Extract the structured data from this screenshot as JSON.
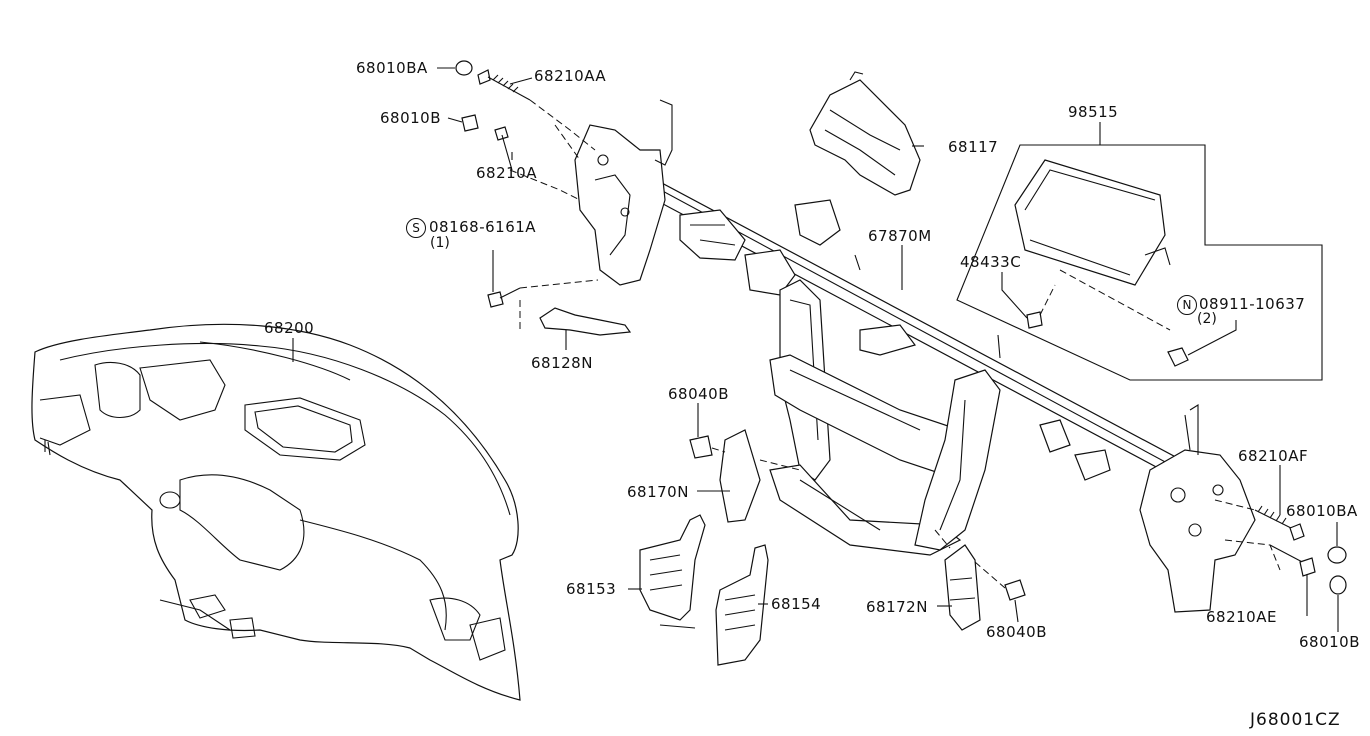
{
  "diagram_ref": "J68001CZ",
  "callouts": {
    "p68010BA_top": "68010BA",
    "p68210AA": "68210AA",
    "p68010B_top": "68010B",
    "p68210A": "68210A",
    "p08168": "08168-6161A",
    "p08168_qty": "(1)",
    "p08168_prefix": "S",
    "p68128N": "68128N",
    "p68117": "68117",
    "p98515": "98515",
    "p48433C": "48433C",
    "p08911": "08911-10637",
    "p08911_qty": "(2)",
    "p08911_prefix": "N",
    "p67870M": "67870M",
    "p68200": "68200",
    "p68040B_top": "68040B",
    "p68170N": "68170N",
    "p68153": "68153",
    "p68154": "68154",
    "p68172N": "68172N",
    "p68040B_bot": "68040B",
    "p68210AF": "68210AF",
    "p68010BA_right": "68010BA",
    "p68210AE": "68210AE",
    "p68010B_right": "68010B"
  }
}
